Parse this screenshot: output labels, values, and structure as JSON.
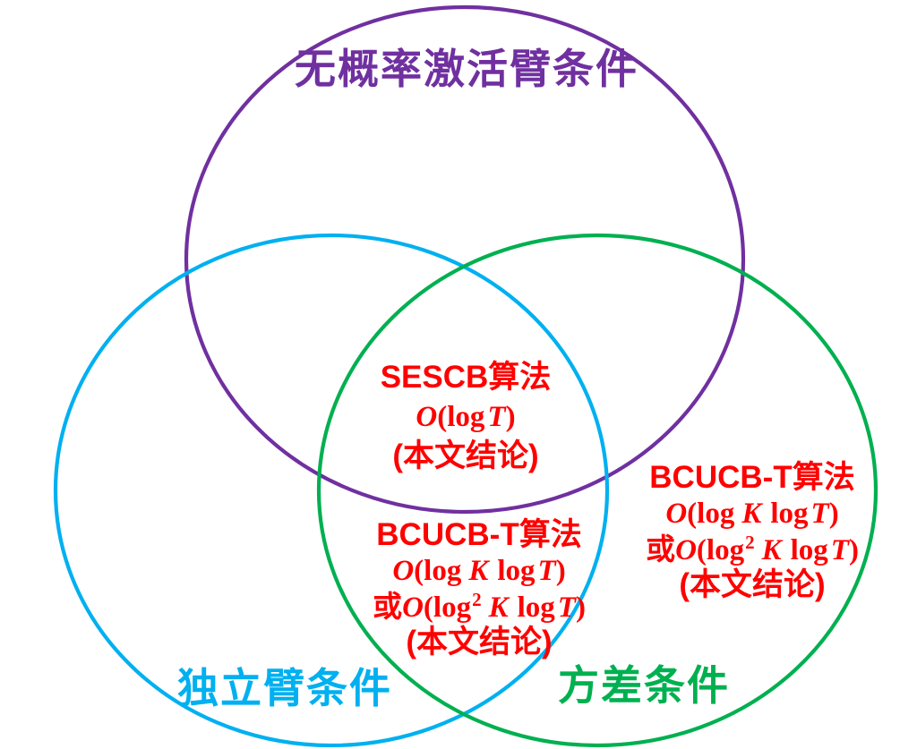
{
  "diagram": {
    "title_hint": "venn-diagram-bandit-conditions",
    "colors": {
      "purple": "#7030A0",
      "blue": "#00B0F0",
      "green": "#00B050",
      "red": "#FF0000"
    },
    "sets": {
      "top_label": "无概率激活臂条件",
      "left_label": "独立臂条件",
      "right_label": "方差条件"
    },
    "sescb": {
      "title": "SESCB算法",
      "formula": {
        "o": "O",
        "open": "(log",
        "t": "T",
        "close": ")"
      },
      "note": "(本文结论)"
    },
    "bcucb": {
      "title": "BCUCB-T算法",
      "formula1": {
        "o": "O",
        "open": "(log",
        "k": "K",
        "log2": "log",
        "t": "T",
        "close": ")"
      },
      "formula2": {
        "prefix": "或",
        "o": "O",
        "open": "(log",
        "sup": "2",
        "k": "K",
        "log2": "log",
        "t": "T",
        "close": ")"
      },
      "note": "(本文结论)"
    }
  }
}
